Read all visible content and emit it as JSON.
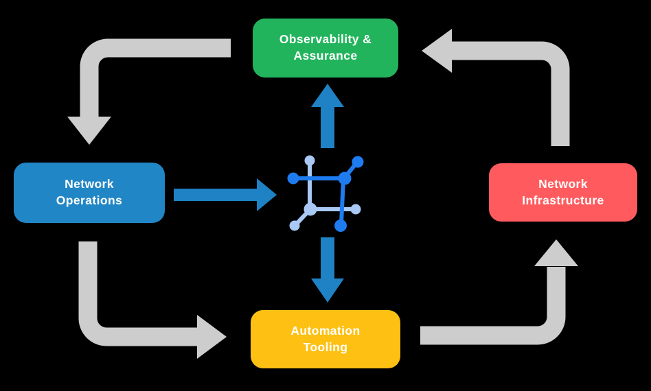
{
  "diagram": {
    "background": "#000000",
    "colors": {
      "cycle_arrow_gray": "#cdcdcd",
      "center_arrow_blue": "#1f82c4",
      "icon_dark_blue": "#1e7cf0",
      "icon_light_blue": "#a9c9f4",
      "node_green": "#22b45c",
      "node_blue": "#2186c5",
      "node_red": "#ff5b5e",
      "node_yellow": "#fdc013",
      "node_text": "#ffffff"
    },
    "nodes": {
      "observability": {
        "label": "Observability &\nAssurance",
        "color": "#22b45c"
      },
      "operations": {
        "label": "Network\nOperations",
        "color": "#2186c5"
      },
      "infrastructure": {
        "label": "Network\nInfrastructure",
        "color": "#ff5b5e"
      },
      "automation": {
        "label": "Automation\nTooling",
        "color": "#fdc013"
      }
    },
    "center_icon": "network-automation-icon",
    "flows": [
      {
        "from": "Observability & Assurance",
        "to": "Network Operations",
        "style": "gray-cycle"
      },
      {
        "from": "Network Operations",
        "to": "Automation Tooling",
        "style": "gray-cycle"
      },
      {
        "from": "Automation Tooling",
        "to": "Network Infrastructure",
        "style": "gray-cycle"
      },
      {
        "from": "Network Infrastructure",
        "to": "Observability & Assurance",
        "style": "gray-cycle"
      },
      {
        "from": "Network Operations",
        "to": "center-icon",
        "style": "blue"
      },
      {
        "from": "center-icon",
        "to": "Observability & Assurance",
        "style": "blue"
      },
      {
        "from": "center-icon",
        "to": "Automation Tooling",
        "style": "blue"
      }
    ]
  }
}
